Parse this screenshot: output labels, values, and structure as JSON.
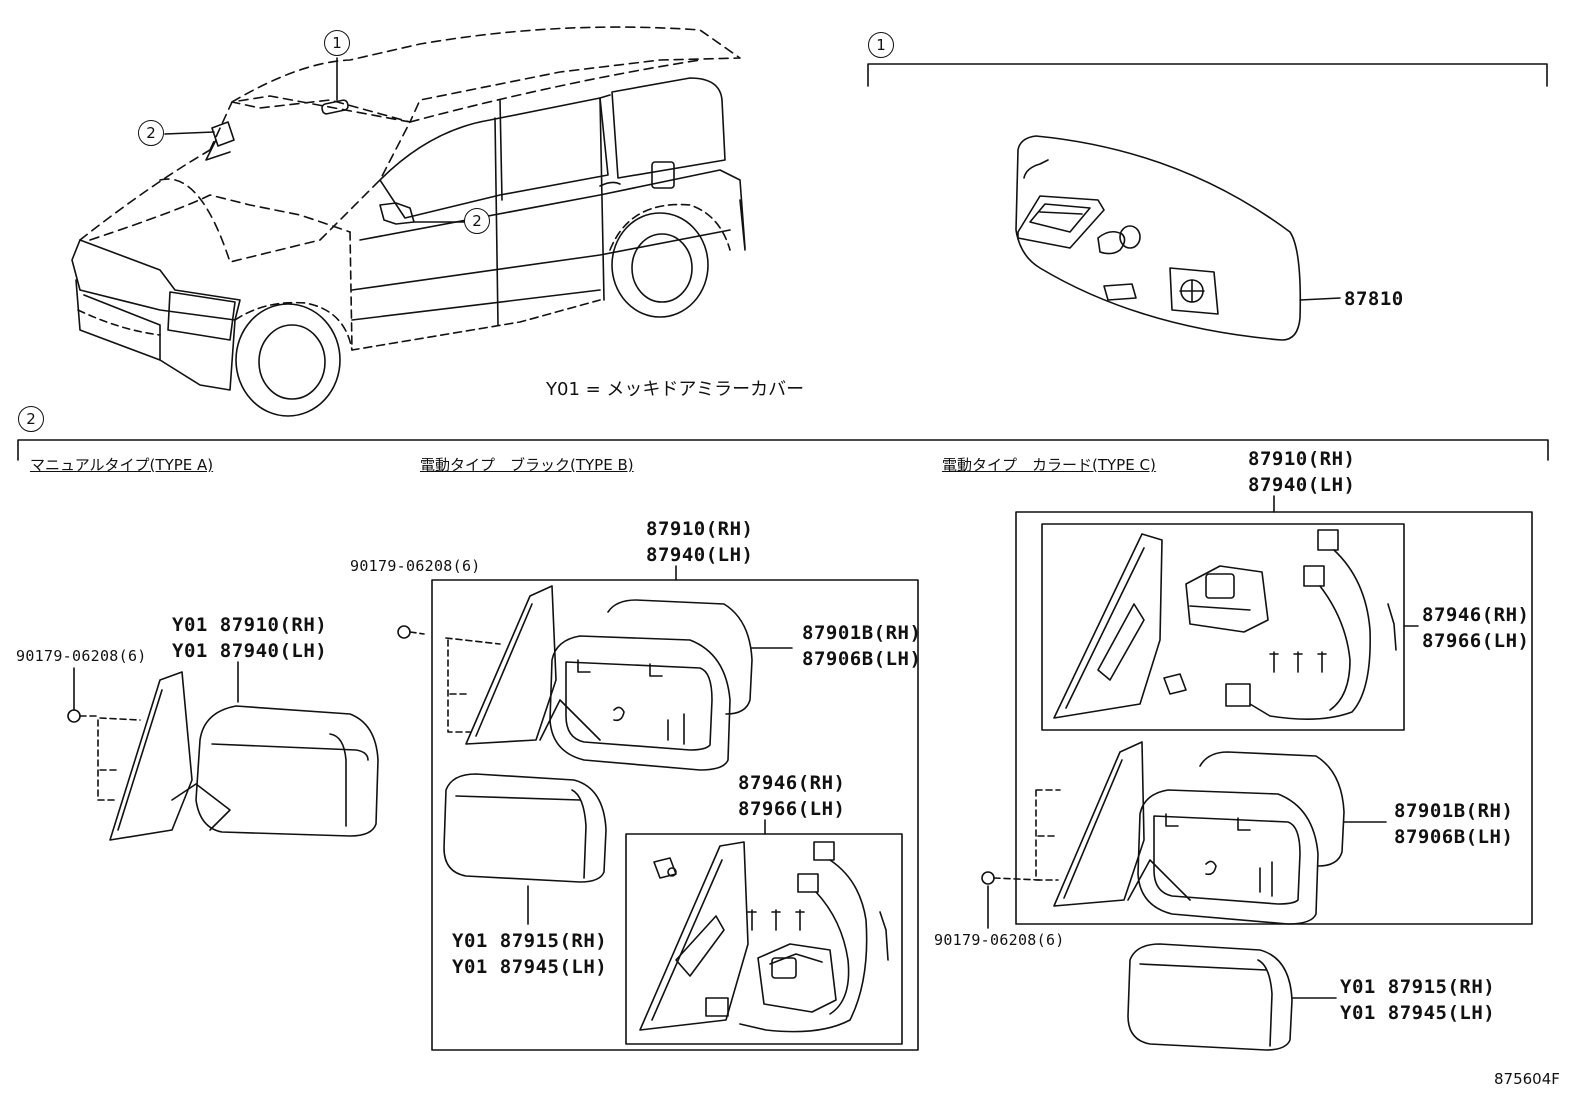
{
  "callouts": {
    "one": "1",
    "two": "2"
  },
  "note_plating": "Y01 = メッキドアミラーカバー",
  "headers": {
    "type_a": "マニュアルタイプ(TYPE A)",
    "type_b": "電動タイプ　ブラック(TYPE B)",
    "type_c": "電動タイプ　カラード(TYPE C)"
  },
  "parts": {
    "inner_mirror": "87810",
    "a_clip": "90179-06208(6)",
    "a_mirror_rh": "Y01 87910(RH)",
    "a_mirror_lh": "Y01 87940(LH)",
    "b_clip": "90179-06208(6)",
    "b_mirror_rh": "87910(RH)",
    "b_mirror_lh": "87940(LH)",
    "b_glass_rh": "87901B(RH)",
    "b_glass_lh": "87906B(LH)",
    "b_cover_rh": "Y01 87915(RH)",
    "b_cover_lh": "Y01 87945(LH)",
    "b_motor_rh": "87946(RH)",
    "b_motor_lh": "87966(LH)",
    "c_mirror_rh": "87910(RH)",
    "c_mirror_lh": "87940(LH)",
    "c_motor_rh": "87946(RH)",
    "c_motor_lh": "87966(LH)",
    "c_glass_rh": "87901B(RH)",
    "c_glass_lh": "87906B(LH)",
    "c_clip": "90179-06208(6)",
    "c_cover_rh": "Y01  87915(RH)",
    "c_cover_lh": "Y01  87945(LH)"
  },
  "diagram_code": "875604F"
}
